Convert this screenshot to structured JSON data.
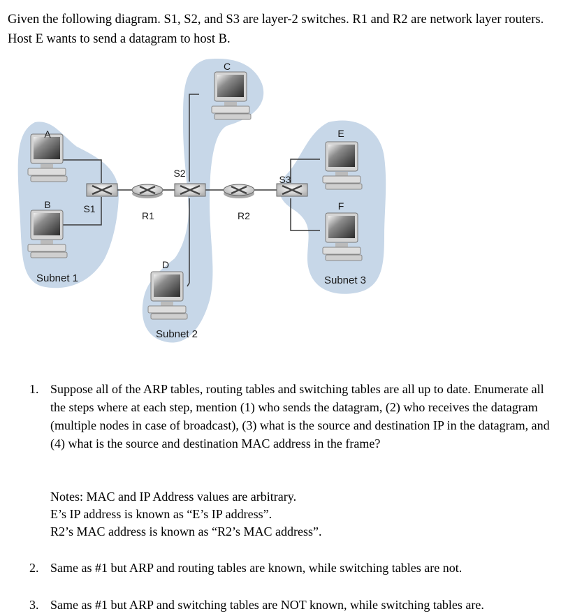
{
  "intro": "Given the following diagram. S1, S2, and S3 are layer-2 switches. R1 and R2 are network layer routers. Host E wants to send a datagram to host B.",
  "diagram": {
    "hosts": {
      "a": "A",
      "b": "B",
      "c": "C",
      "d": "D",
      "e": "E",
      "f": "F"
    },
    "switches": {
      "s1": "S1",
      "s2": "S2",
      "s3": "S3"
    },
    "routers": {
      "r1": "R1",
      "r2": "R2"
    },
    "subnets": {
      "subnet1": "Subnet 1",
      "subnet2": "Subnet 2",
      "subnet3": "Subnet 3"
    },
    "colors": {
      "subnet_fill": "#c7d7e8",
      "wire": "#3a3a3a",
      "device": "#d9d9d9",
      "screen": "#4a4a4a"
    }
  },
  "questions": [
    {
      "number": "1.",
      "text": "Suppose all of the ARP tables, routing tables and switching tables are all up to date. Enumerate all the steps where at each step, mention (1) who sends the datagram, (2) who receives the datagram (multiple nodes in case of broadcast), (3) what is the source and destination IP in the datagram, and (4) what is the source and destination MAC address in the frame?"
    },
    {
      "number": "2.",
      "text": "Same as #1 but ARP and routing tables are known, while switching tables are not."
    },
    {
      "number": "3.",
      "text": "Same as #1 but ARP and switching tables are NOT known, while switching tables are."
    }
  ],
  "notes": [
    "Notes: MAC and IP Address values are arbitrary.",
    "E’s IP address is known as “E’s IP address”.",
    "R2’s MAC address is known as “R2’s MAC address”."
  ]
}
